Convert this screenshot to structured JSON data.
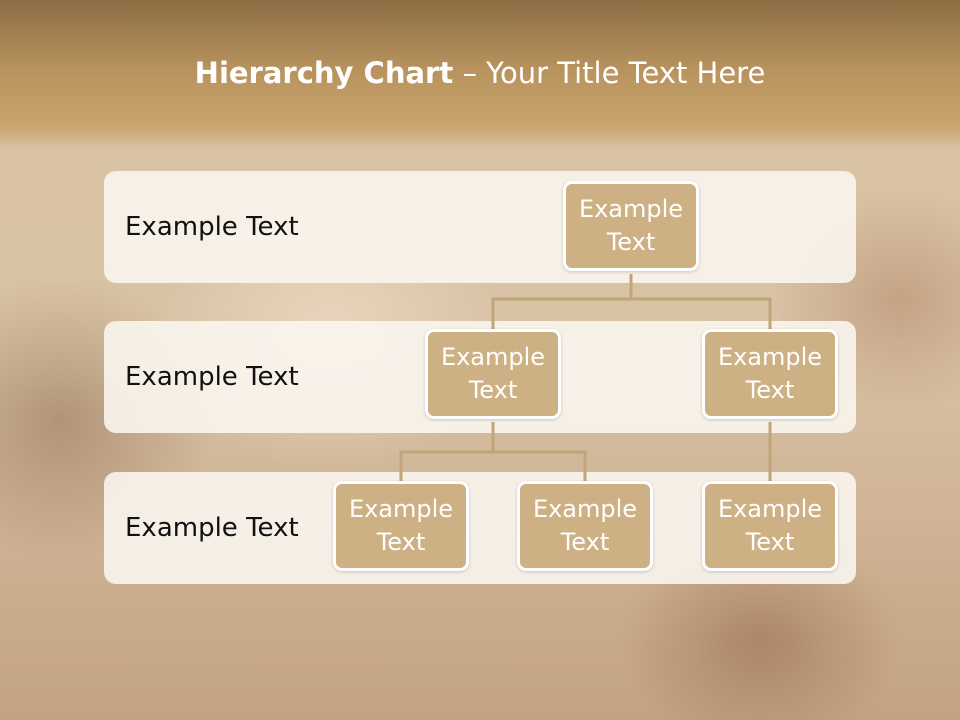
{
  "slide": {
    "title_bold": "Hierarchy Chart",
    "title_rest": " – Your Title Text Here"
  },
  "levels": [
    {
      "label": "Example Text"
    },
    {
      "label": "Example Text"
    },
    {
      "label": "Example Text"
    }
  ],
  "nodes": {
    "root": "Example Text",
    "mid_left": "Example Text",
    "mid_right": "Example Text",
    "leaf_1": "Example Text",
    "leaf_2": "Example Text",
    "leaf_3": "Example Text"
  },
  "colors": {
    "node_fill": "#cdb084",
    "connector": "#c0a47a",
    "band": "#faf5ee"
  }
}
